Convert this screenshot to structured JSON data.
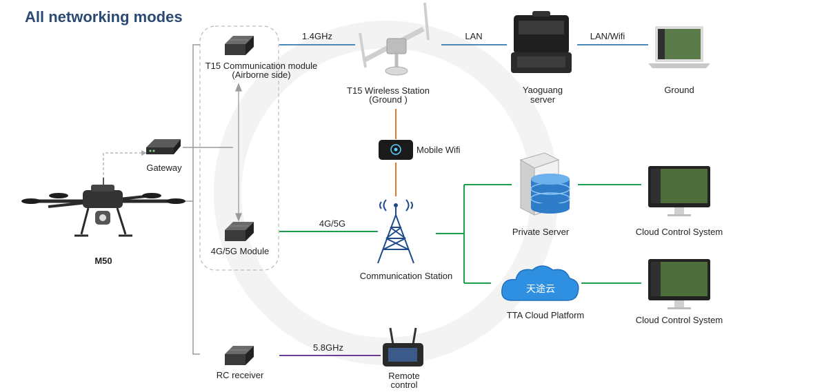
{
  "title": "All networking modes",
  "nodes": {
    "m50": "M50",
    "gateway": "Gateway",
    "t15_module_line1": "T15 Communication module",
    "t15_module_line2": "(Airborne side)",
    "module_4g5g": "4G/5G Module",
    "rc_receiver": "RC receiver",
    "t15_station_line1": "T15 Wireless Station",
    "t15_station_line2": "(Ground )",
    "yaoguang_line1": "Yaoguang",
    "yaoguang_line2": "server",
    "ground": "Ground",
    "mobile_wifi": "Mobile Wifi",
    "comm_station": "Communication Station",
    "private_server": "Private Server",
    "cloud_control_1": "Cloud Control System",
    "cloud_control_2": "Cloud Control System",
    "tta_cloud_platform": "TTA Cloud Platform",
    "tta_cloud_text": "天途云",
    "remote_line1": "Remote",
    "remote_line2": "control"
  },
  "links": {
    "band_14": "1.4GHz",
    "lan": "LAN",
    "lan_wifi": "LAN/Wifi",
    "cell": "4G/5G",
    "band_58": "5.8GHz"
  },
  "colors": {
    "title": "#2a4a73",
    "link_blue": "#4a89b8",
    "link_green": "#1a9e4b",
    "link_orange": "#e07a2b",
    "link_purple": "#6a3d9a",
    "link_gray": "#9a9a9a",
    "cloud_blue": "#2f8fe0"
  }
}
